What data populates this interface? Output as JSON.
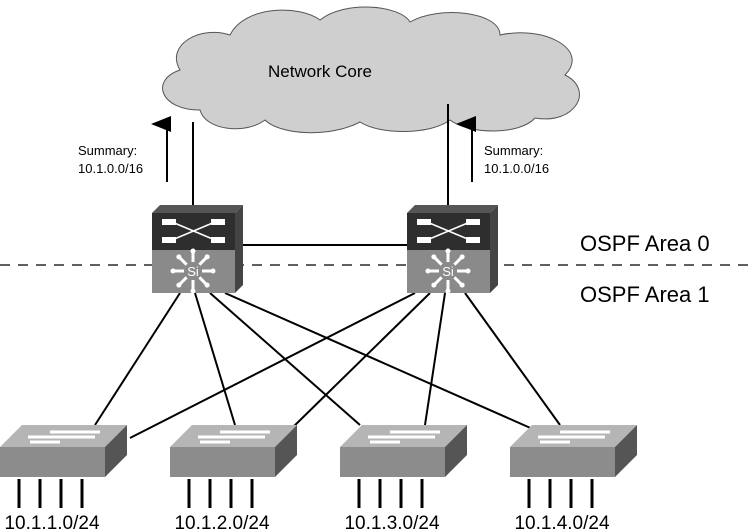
{
  "cloud": {
    "label": "Network Core"
  },
  "summaries": [
    {
      "line1": "Summary:",
      "line2": "10.1.0.0/16"
    },
    {
      "line1": "Summary:",
      "line2": "10.1.0.0/16"
    }
  ],
  "areas": {
    "area0": "OSPF Area 0",
    "area1": "OSPF Area 1"
  },
  "distribution_switches": [
    {
      "chip": "Si"
    },
    {
      "chip": "Si"
    }
  ],
  "access_switches": [
    {
      "subnet": "10.1.1.0/24"
    },
    {
      "subnet": "10.1.2.0/24"
    },
    {
      "subnet": "10.1.3.0/24"
    },
    {
      "subnet": "10.1.4.0/24"
    }
  ]
}
